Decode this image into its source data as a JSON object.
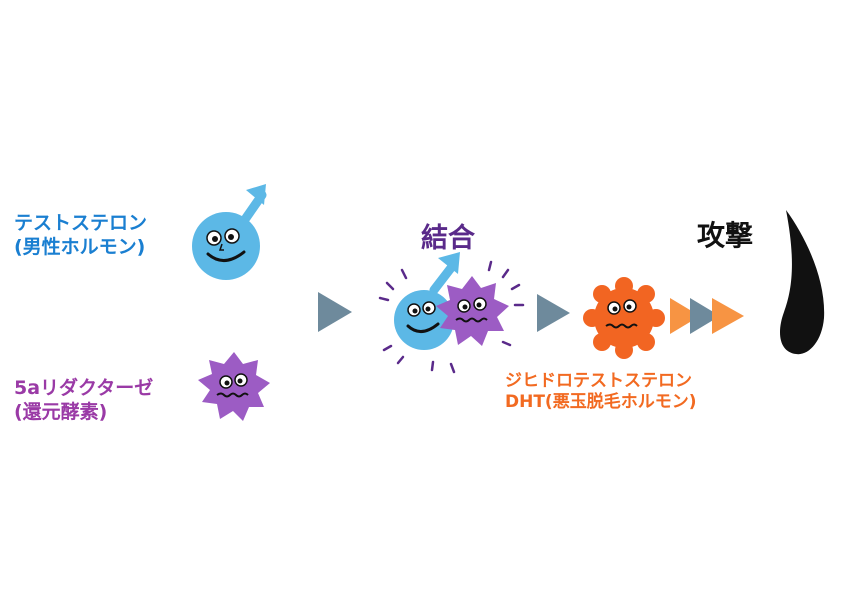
{
  "labels": {
    "testosterone": {
      "line1": "テストステロン",
      "line2": "(男性ホルモン)"
    },
    "reductase": {
      "line1": "5aリダクターゼ",
      "line2": "(還元酵素)"
    },
    "binding": "結合",
    "dht": {
      "line1": "ジヒドロテストステロン",
      "line2": "DHT(悪玉脱毛ホルモン)"
    },
    "attack": "攻撃"
  },
  "colors": {
    "testosterone_label": "#1a7fd1",
    "testosterone_body": "#5cb8e6",
    "reductase_label": "#9a3aa6",
    "reductase_body": "#9c5cc4",
    "binding_label": "#5a2a8a",
    "dht_label": "#f26a21",
    "dht_body": "#f26522",
    "arrow": "#6e8a9c",
    "attack_label": "#111111",
    "hair": "#111111"
  },
  "icons": [
    "testosterone-male-icon",
    "reductase-enzyme-icon",
    "bound-complex-icon",
    "dht-molecule-icon",
    "hair-strand-icon",
    "arrow-right-icon",
    "triple-arrow-icon"
  ]
}
